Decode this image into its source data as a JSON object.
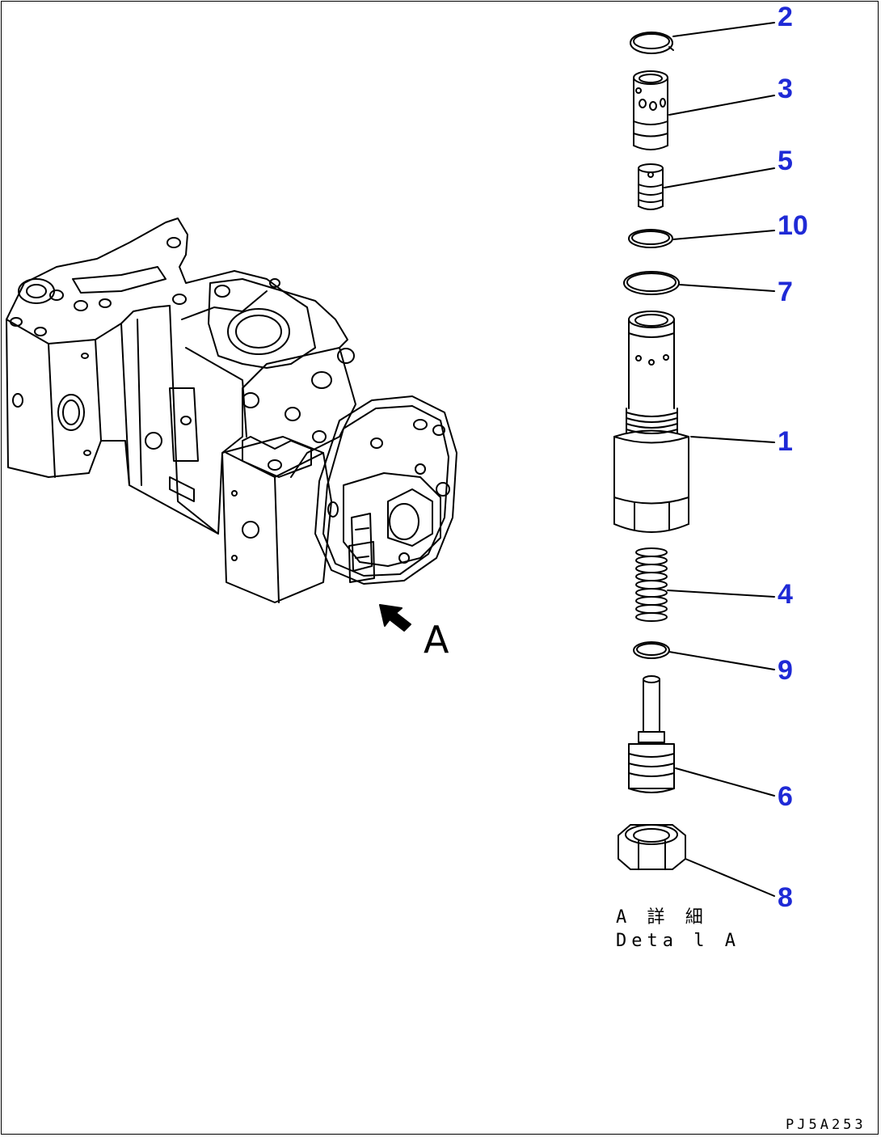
{
  "callouts": [
    {
      "id": "2",
      "label": "2"
    },
    {
      "id": "3",
      "label": "3"
    },
    {
      "id": "5",
      "label": "5"
    },
    {
      "id": "10",
      "label": "10"
    },
    {
      "id": "7",
      "label": "7"
    },
    {
      "id": "1",
      "label": "1"
    },
    {
      "id": "4",
      "label": "4"
    },
    {
      "id": "9",
      "label": "9"
    },
    {
      "id": "6",
      "label": "6"
    },
    {
      "id": "8",
      "label": "8"
    }
  ],
  "view_marker": "A",
  "detail_caption_jp": "A 詳 細",
  "detail_caption_en": "Deta l A",
  "drawing_code": "PJ5A253",
  "colors": {
    "callout": "#1f2ad6",
    "line": "#000000",
    "background": "#ffffff"
  }
}
